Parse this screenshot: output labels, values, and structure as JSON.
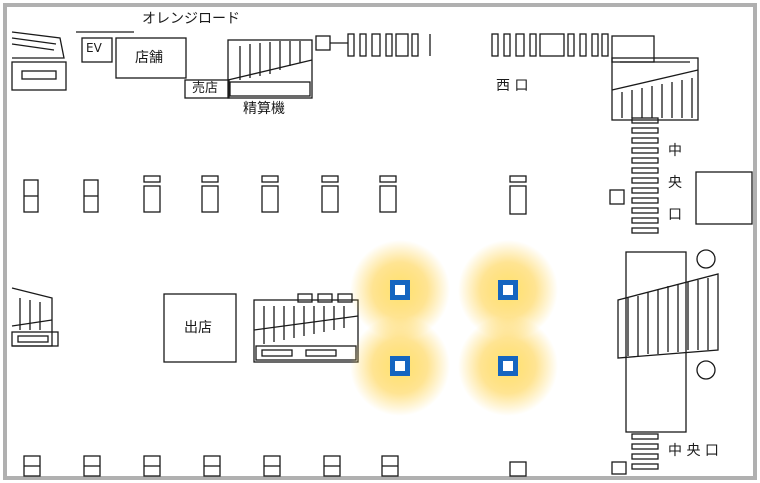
{
  "labels": {
    "orange_road": "オレンジロード",
    "ev": "EV",
    "shop": "店舗",
    "kiosk": "売店",
    "fare_adjust": "精算機",
    "west_exit": "西 口",
    "central_exit_vertical": [
      "中",
      "央",
      "口"
    ],
    "popup_shop": "出店",
    "central_exit": "中 央 口"
  },
  "highlight_count": 4,
  "colors": {
    "frame": "#b0b0b0",
    "line": "#1a1a1a",
    "marker_blue": "#1565c0",
    "glow": "#ffd24a"
  }
}
